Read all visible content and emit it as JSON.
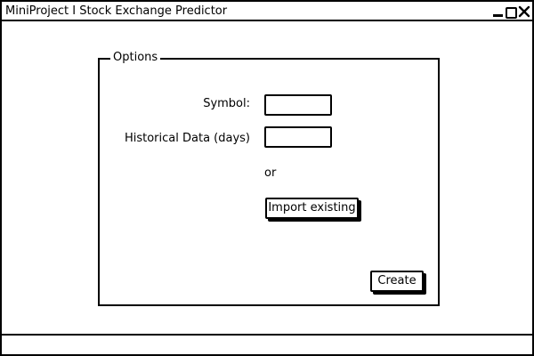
{
  "window": {
    "title": "MiniProject I Stock Exchange Predictor"
  },
  "options": {
    "legend": "Options",
    "symbol_label": "Symbol:",
    "symbol_value": "",
    "history_label": "Historical Data (days)",
    "history_value": "",
    "or_text": "or",
    "import_button_label": "Import existing",
    "create_button_label": "Create"
  },
  "status_bar": {
    "text": ""
  }
}
